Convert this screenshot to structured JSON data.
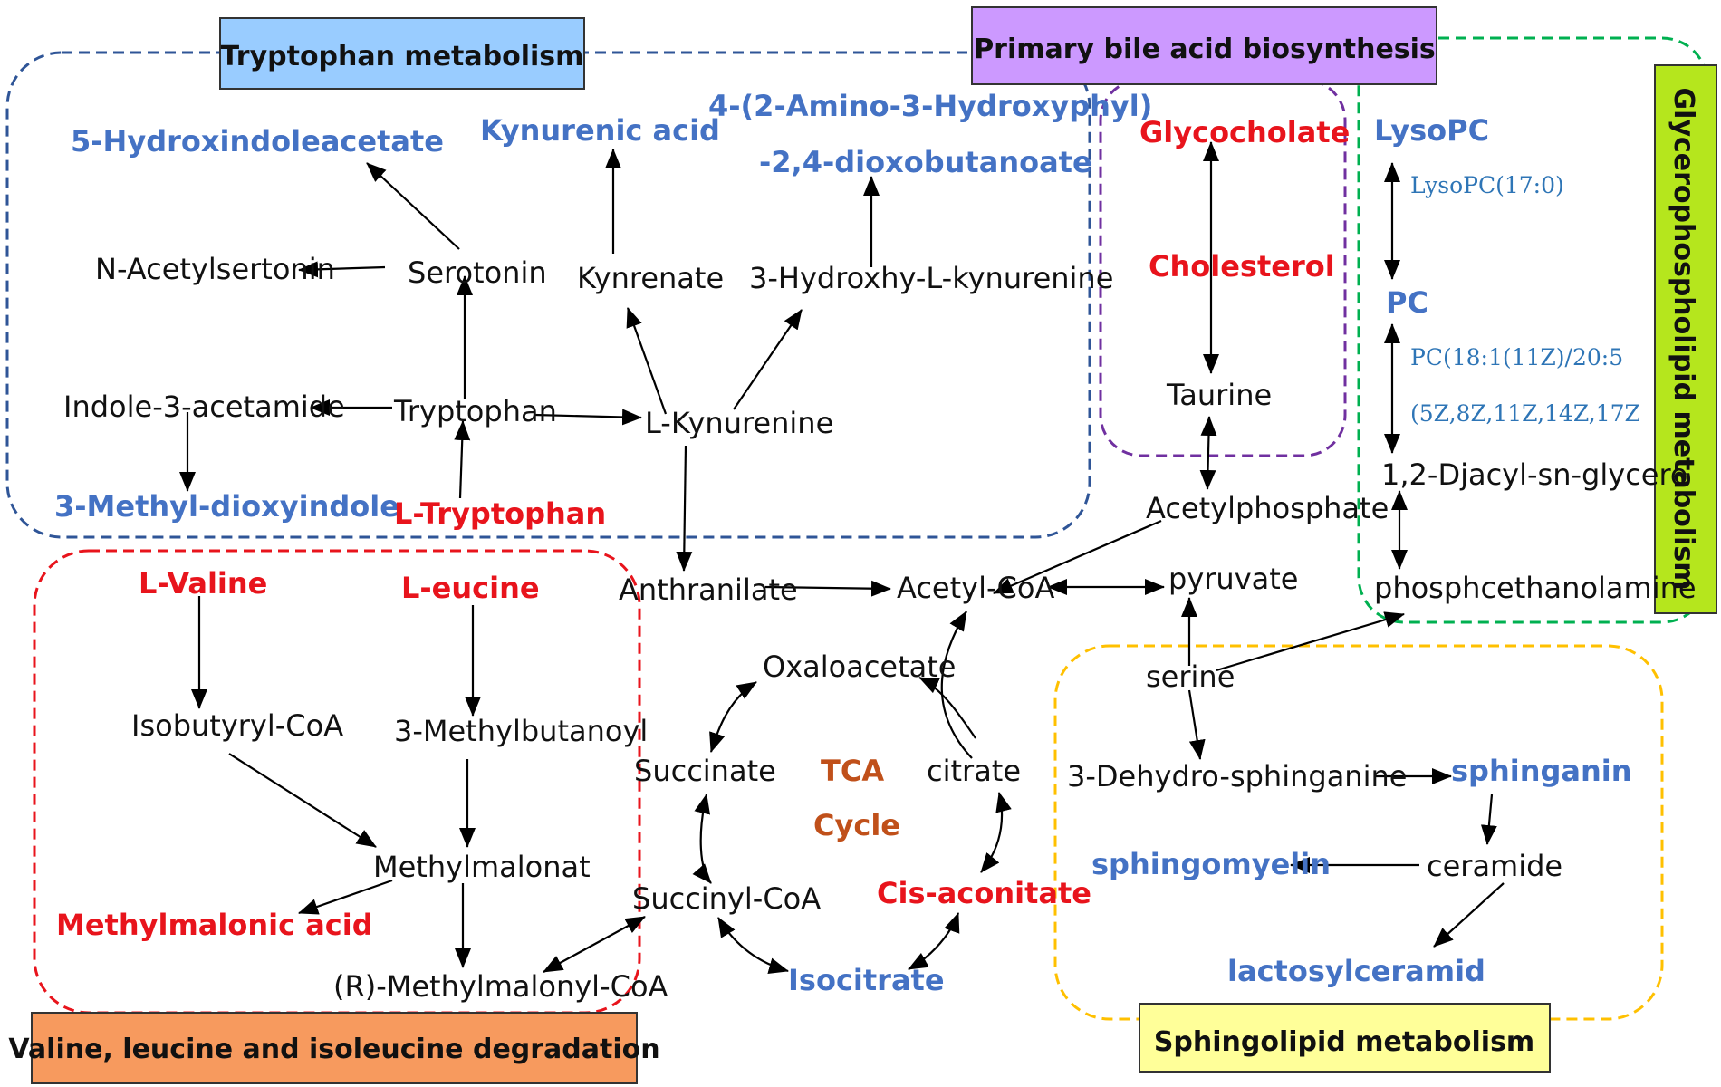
{
  "modules": {
    "tryptophan": "Tryptophan metabolism",
    "bile": "Primary bile acid biosynthesis",
    "glycerophospholipid": "Glycerophospholipid metabolism",
    "valine": "Valine, leucine and isoleucine degradation",
    "sphingolipid": "Sphingolipid metabolism"
  },
  "colors": {
    "tryptophan_box": "#99CCFF",
    "tryptophan_border": "#2F5597",
    "bile_box": "#CC99FF",
    "bile_border": "#7030A0",
    "glycero_box": "#B5E61D",
    "glycero_border": "#00B050",
    "valine_box": "#F79A5E",
    "valine_border": "#E8141C",
    "sphingo_box": "#FFFF99",
    "sphingo_border": "#FFC000",
    "up_regulated": "#E8141C",
    "down_regulated": "#4472C4"
  },
  "metabolites": {
    "hydroxindoleacetate": "5-Hydroxindoleacetate",
    "kynurenic_acid": "Kynurenic acid",
    "amino_hydroxyphenyl_1": "4-(2-Amino-3-Hydroxyphyl)",
    "amino_hydroxyphenyl_2": "-2,4-dioxobutanoate",
    "n_acetylserotonin": "N-Acetylsertonin",
    "serotonin": "Serotonin",
    "kynrenate": "Kynrenate",
    "hydroxy_kynurenine": "3-Hydroxhy-L-kynurenine",
    "indole_acetamide": "Indole-3-acetamide",
    "tryptophan": "Tryptophan",
    "l_kynurenine": "L-Kynurenine",
    "methyl_dioxyindole": "3-Methyl-dioxyindole",
    "l_tryptophan": "L-Tryptophan",
    "glycocholate": "Glycocholate",
    "cholesterol": "Cholesterol",
    "taurine": "Taurine",
    "acetylphosphate": "Acetylphosphate",
    "lysopc": "LysoPC",
    "lysopc_sub": "LysoPC(17:0)",
    "pc": "PC",
    "pc_sub_1": "PC(18:1(11Z)/20:5",
    "pc_sub_2": "(5Z,8Z,11Z,14Z,17Z",
    "diacyl_glycero": "1,2-Djacyl-sn-glycero",
    "phosphoethanolamine": "phosphcethanolamine",
    "l_valine": "L-Valine",
    "l_eucine": "L-eucine",
    "anthranilate": "Anthranilate",
    "acetyl_coa": "Acetyl-CoA",
    "pyruvate": "pyruvate",
    "isobutyryl_coa": "Isobutyryl-CoA",
    "methylbutanoyl": "3-Methylbutanoyl",
    "oxaloacetate": "Oxaloacetate",
    "serine": "serine",
    "succinate": "Succinate",
    "tca": "TCA",
    "cycle": "Cycle",
    "citrate": "citrate",
    "dehydro_sphinganine": "3-Dehydro-sphinganine",
    "sphinganin": "sphinganin",
    "methylmalonat": "Methylmalonat",
    "sphingomyelin": "sphingomyelin",
    "ceramide": "ceramide",
    "succinyl_coa": "Succinyl-CoA",
    "cis_aconitate": "Cis-aconitate",
    "methylmalonic_acid": "Methylmalonic acid",
    "methylmalonyl_coa": "(R)-Methylmalonyl-CoA",
    "isocitrate": "Isocitrate",
    "lactosylceramid": "lactosylceramid"
  }
}
